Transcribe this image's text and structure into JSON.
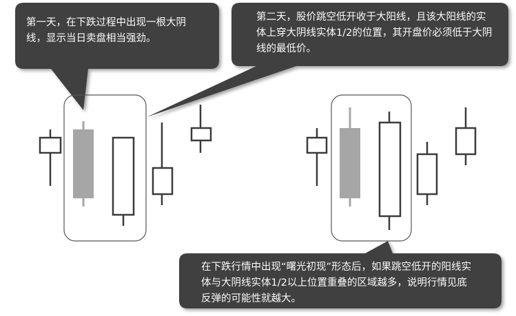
{
  "callouts": {
    "day_one": {
      "text": "第一天，在下跌过程中出现一根大阴线，显示当日卖盘相当强劲。"
    },
    "day_two": {
      "text": "第二天，股价跳空低开收于大阳线，且该大阳线的实体上穿大阴线实体1/2的位置，其开盘价必须低于大阴线的最低价。"
    },
    "summary": {
      "text": "在下跌行情中出现“曙光初现”形态后，如果跳空低开的阳线实体与大阴线实体1/2以上位置重叠的区域越多，说明行情见底反弹的可能性就越大。"
    }
  },
  "colors": {
    "callout_fill": "#404040",
    "bearish_fill": "#a6a6a6",
    "bullish_fill": "#ffffff",
    "candle_stroke": "#3a3a3a",
    "highlight_box_stroke": "#555555"
  },
  "candles": [
    {
      "group": "left",
      "index": 1,
      "kind": "hollow",
      "open": 0.5,
      "close": 0.5,
      "high": 0.0,
      "low": 1.0
    },
    {
      "group": "left",
      "index": 2,
      "kind": "bearish",
      "open": 0.0,
      "close": 1.0,
      "high": 0.0,
      "low": 1.0
    },
    {
      "group": "left",
      "index": 3,
      "kind": "bullish",
      "open": 0.0,
      "close": 1.0,
      "high": 0.0,
      "low": 1.0
    },
    {
      "group": "left",
      "index": 4,
      "kind": "hollow",
      "open": 0.5,
      "close": 0.5,
      "high": 0.0,
      "low": 1.0
    },
    {
      "group": "left",
      "index": 5,
      "kind": "hollow",
      "open": 0.5,
      "close": 0.5,
      "high": 0.0,
      "low": 1.0
    },
    {
      "group": "right",
      "index": 1,
      "kind": "hollow",
      "open": 0.5,
      "close": 0.5,
      "high": 0.0,
      "low": 1.0
    },
    {
      "group": "right",
      "index": 2,
      "kind": "bearish",
      "open": 0.0,
      "close": 1.0,
      "high": 0.0,
      "low": 1.0
    },
    {
      "group": "right",
      "index": 3,
      "kind": "bullish",
      "open": 0.0,
      "close": 1.0,
      "high": 0.0,
      "low": 1.0
    },
    {
      "group": "right",
      "index": 4,
      "kind": "hollow",
      "open": 0.5,
      "close": 0.5,
      "high": 0.0,
      "low": 1.0
    },
    {
      "group": "right",
      "index": 5,
      "kind": "hollow",
      "open": 0.5,
      "close": 0.5,
      "high": 0.0,
      "low": 1.0
    }
  ]
}
